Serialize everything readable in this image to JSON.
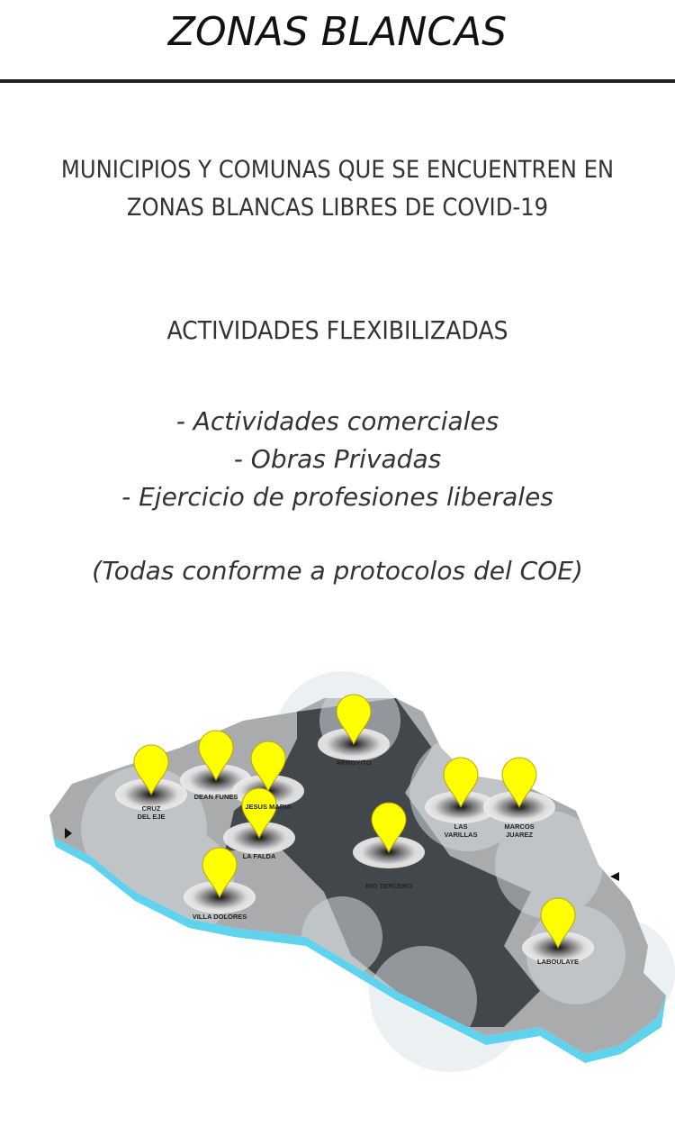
{
  "title": "ZONAS BLANCAS",
  "subtitle_lines": [
    "MUNICIPIOS Y COMUNAS QUE SE ENCUENTREN EN",
    "ZONAS BLANCAS LIBRES DE COVID-19"
  ],
  "section_heading": "ACTIVIDADES FLEXIBILIZADAS",
  "activities": [
    "- Actividades comerciales",
    "- Obras Privadas",
    "- Ejercicio de profesiones liberales"
  ],
  "note": "(Todas conforme a protocolos del COE)",
  "map": {
    "pin_color": "#ffff00",
    "locations": [
      {
        "name": "ARROYITO"
      },
      {
        "name": "CRUZ",
        "name2": "DEL EJE"
      },
      {
        "name": "DEAN FUNES"
      },
      {
        "name": "JESUS MARIA"
      },
      {
        "name": "LA FALDA"
      },
      {
        "name": "VILLA DOLORES"
      },
      {
        "name": "RIO TERCERO"
      },
      {
        "name": "LAS",
        "name2": "VARILLAS"
      },
      {
        "name": "MARCOS",
        "name2": "JUAREZ"
      },
      {
        "name": "LABOULAYE"
      }
    ]
  }
}
